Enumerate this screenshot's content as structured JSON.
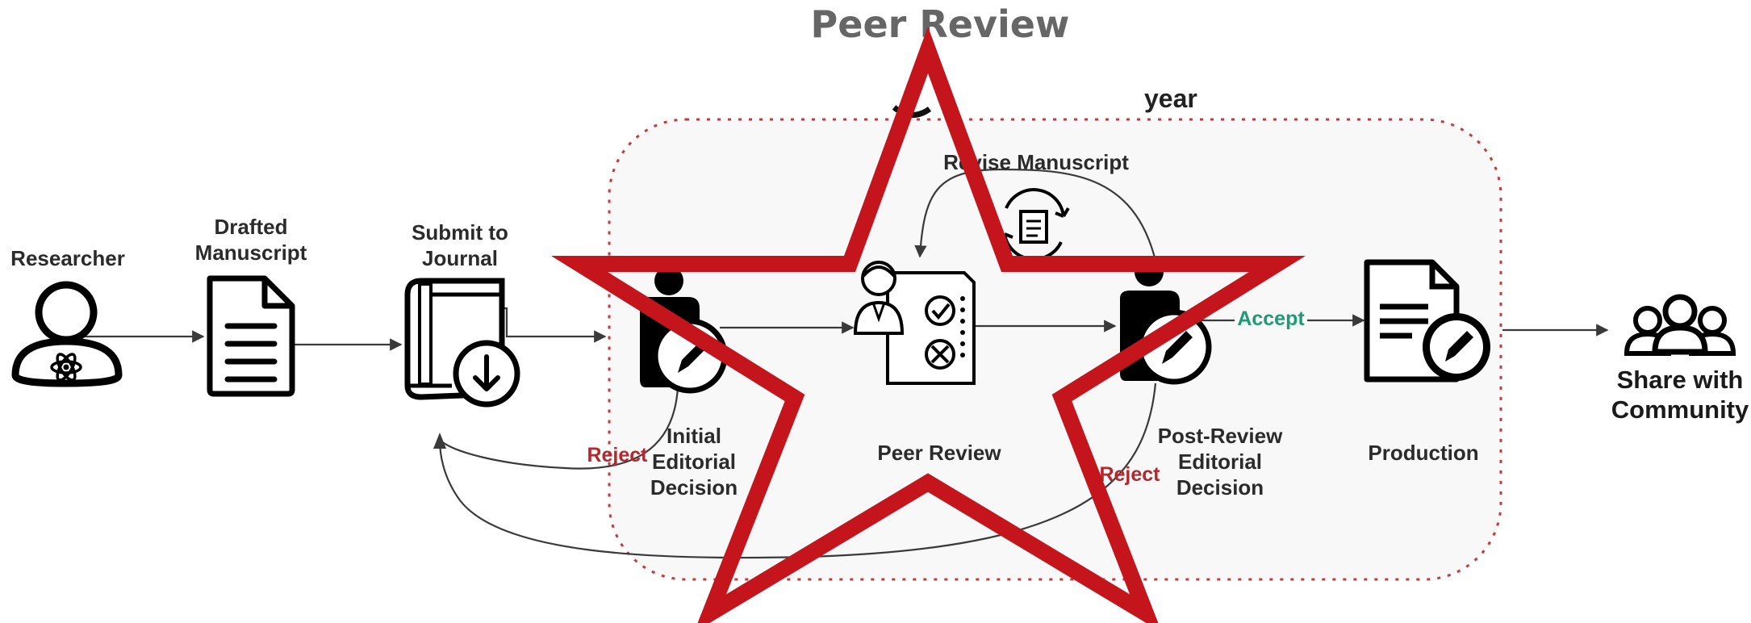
{
  "title": "Peer Review",
  "partial_text": "year",
  "nodes": {
    "researcher": "Researcher",
    "drafted": [
      "Drafted",
      "Manuscript"
    ],
    "submit": [
      "Submit to",
      "Journal"
    ],
    "initial": [
      "Initial",
      "Editorial",
      "Decision"
    ],
    "peer_review": "Peer Review",
    "post_review": [
      "Post-Review",
      "Editorial",
      "Decision"
    ],
    "production": "Production",
    "community": [
      "Share with",
      "Community"
    ]
  },
  "edges": {
    "revise": "Revise Manuscript",
    "accept": "Accept",
    "reject_initial": "Reject",
    "reject_post": "Reject"
  },
  "colors": {
    "star": "#c4141c",
    "region_border": "#c83a3a",
    "region_fill": "#f8f8f8",
    "reject": "#b3272d",
    "accept": "#1f9a76"
  },
  "icons": [
    "person-icon",
    "document-icon",
    "book-download-icon",
    "editor-icon",
    "reviewer-icon",
    "revise-cycle-icon",
    "edit-document-icon",
    "community-icon",
    "star-overlay"
  ]
}
